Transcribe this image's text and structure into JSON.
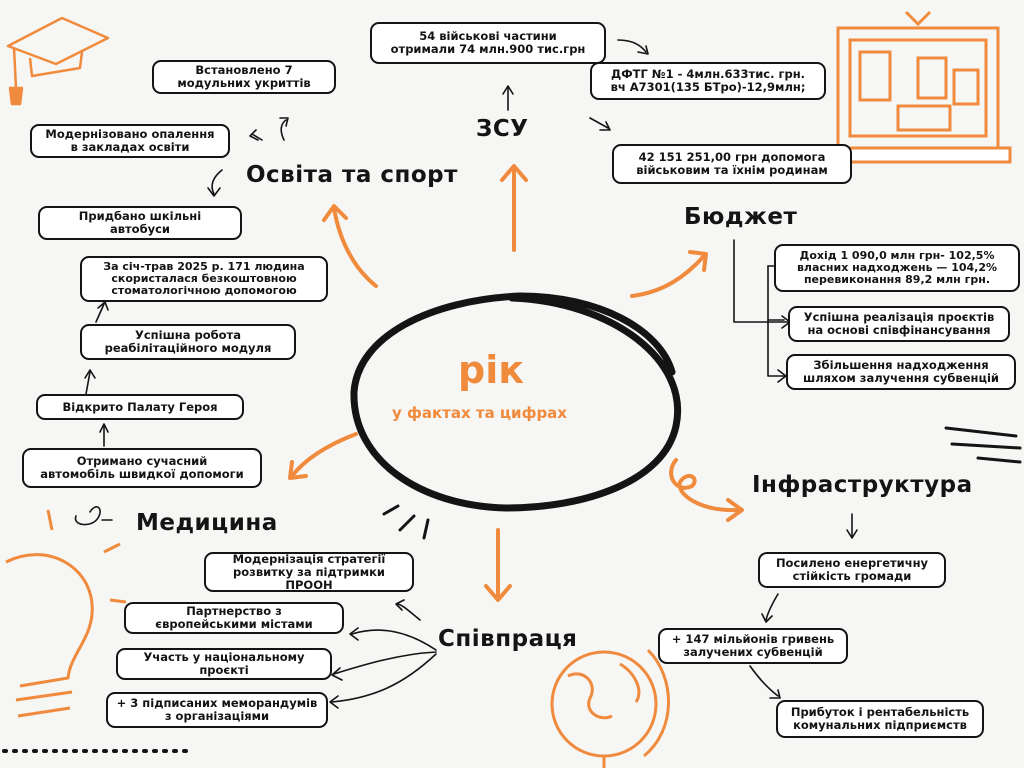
{
  "center": {
    "title": "рік",
    "subtitle": "у фактах та цифрах"
  },
  "headers": {
    "zsu": "ЗСУ",
    "osvita": "Освіта та спорт",
    "budget": "Бюджет",
    "medicine": "Медицина",
    "infra": "Інфраструктура",
    "coop": "Співпраця"
  },
  "zsu_items": [
    "54 військові частини\nотримали 74 млн.900 тис.грн",
    "ДФТГ №1 - 4млн.633тис. грн.\nвч А7301(135 БТро)-12,9млн;",
    "42 151 251,00 грн допомога\nвійськовим та їхнім родинам"
  ],
  "osvita_items": [
    "Встановлено 7\nмодульних укриттів",
    "Модернізовано опалення\nв закладах освіти",
    "Придбано шкільні\nавтобуси"
  ],
  "medicine_items": [
    "За січ-трав 2025 р. 171 людина\nскористалася безкоштовною\nстоматологічною допомогою",
    "Успішна робота\nреабілітаційного модуля",
    "Відкрито Палату Героя",
    "Отримано сучасний\nавтомобіль швидкої допомоги"
  ],
  "budget_items": [
    "Дохід 1 090,0 млн грн- 102,5%\nвласних надходжень — 104,2%\nперевиконання 89,2 млн грн.",
    "Успішна реалізація проєктів\nна основі співфінансування",
    "Збільшення надходження\nшляхом залучення субвенцій"
  ],
  "infra_items": [
    "Посилено енергетичну\nстійкість громади",
    "+ 147 мільйонів гривень\nзалучених субвенцій",
    "Прибуток і рентабельність\nкомунальних підприємств"
  ],
  "coop_items": [
    "Модернізація стратегії\nрозвитку за підтримки ПРООН",
    "Партнерство з\nєвропейськими містами",
    "Участь у національному\nпроєкті",
    "+ 3 підписаних меморандумів\nз організаціями"
  ],
  "colors": {
    "accent": "#f08a3c",
    "ink": "#141414",
    "background": "#f6f6f4"
  }
}
